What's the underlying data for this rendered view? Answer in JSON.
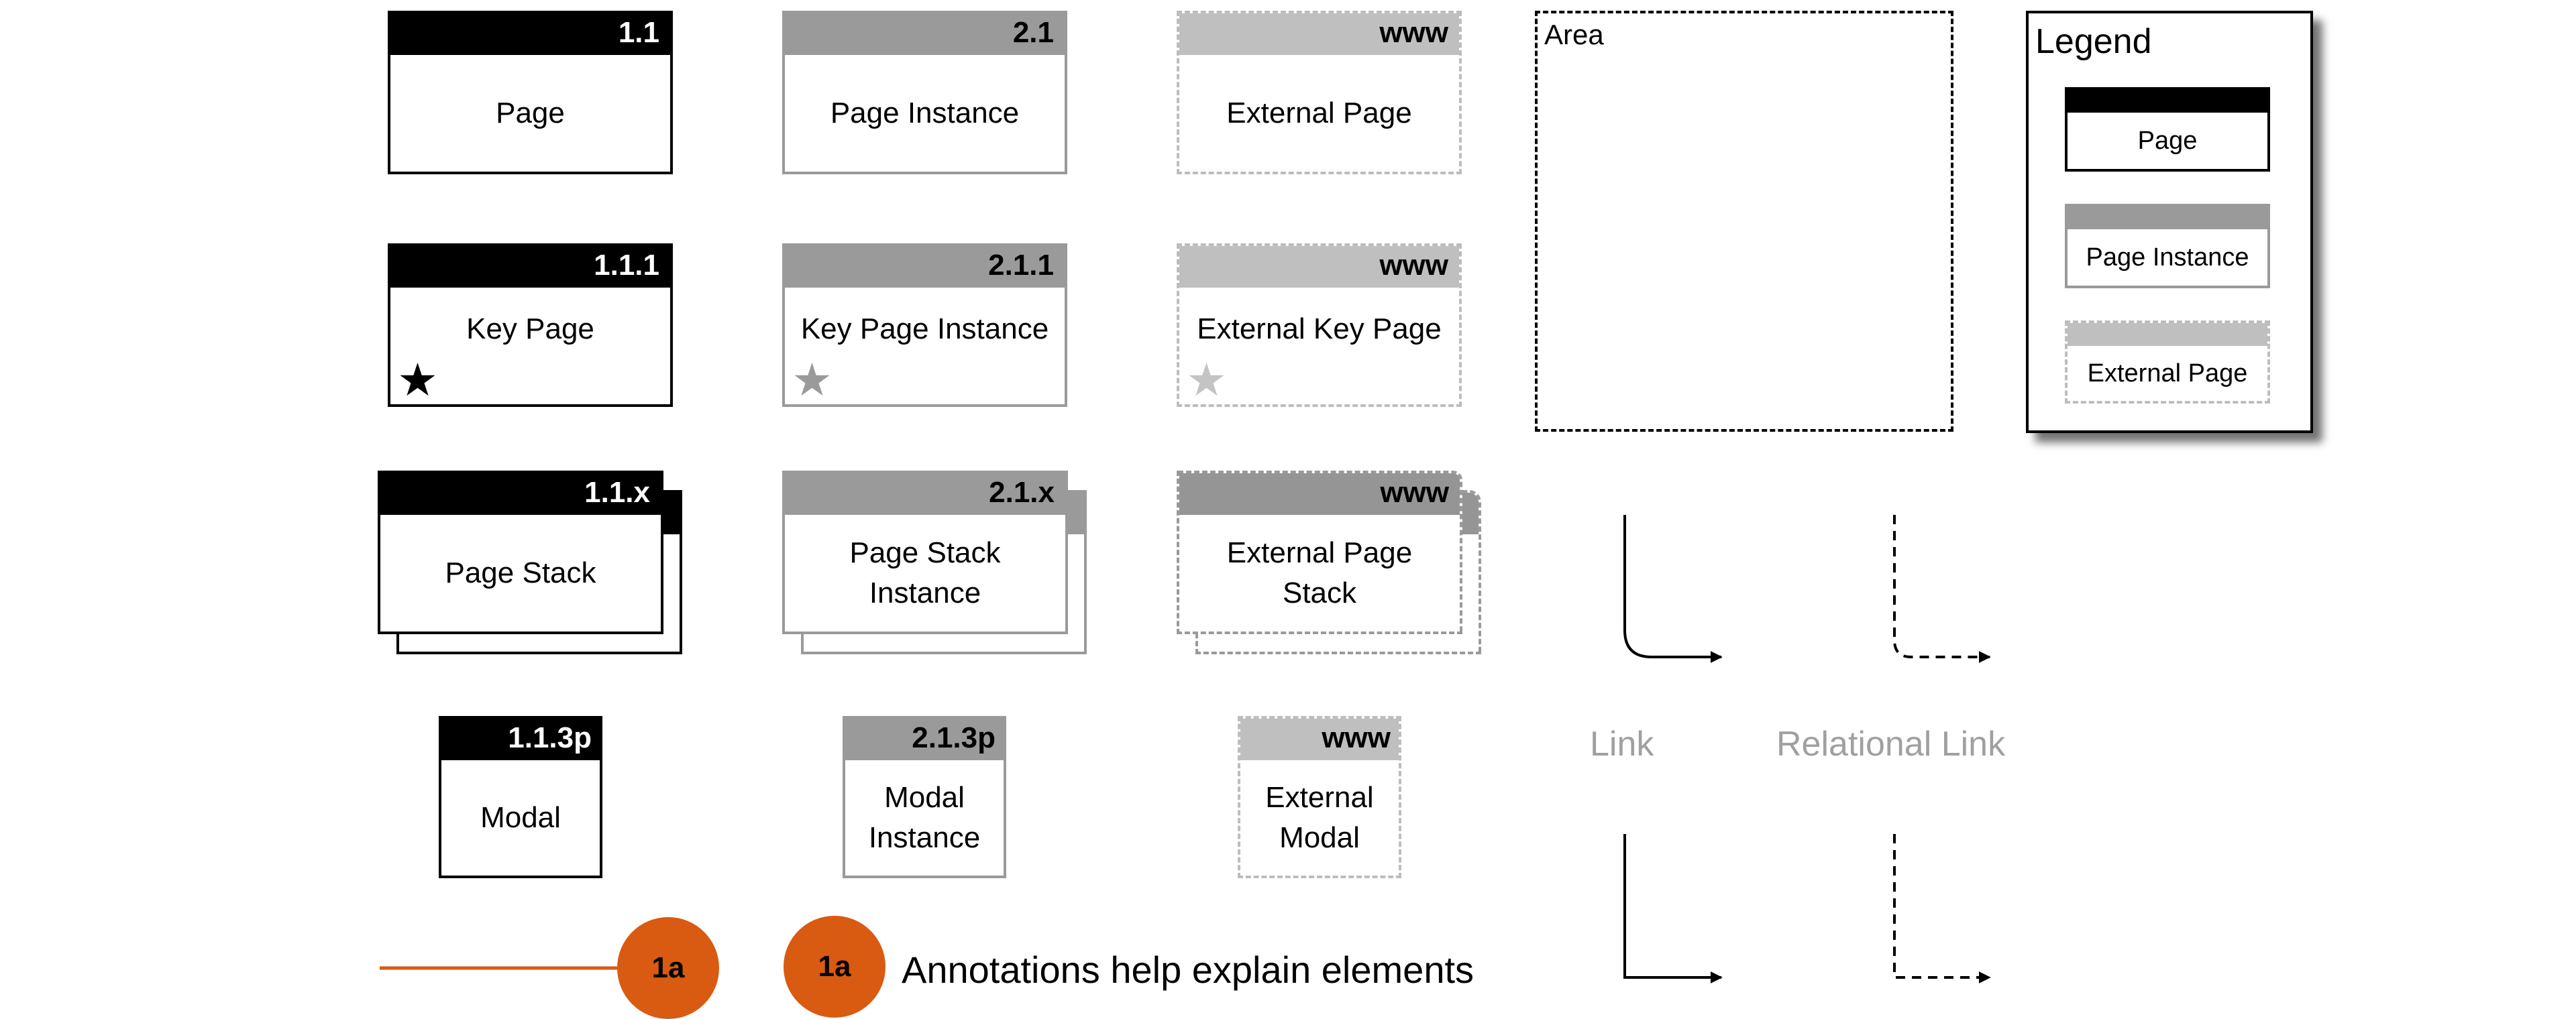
{
  "cards": {
    "page": {
      "num": "1.1",
      "label": "Page"
    },
    "page_instance": {
      "num": "2.1",
      "label": "Page Instance"
    },
    "external_page": {
      "num": "www",
      "label": "External Page"
    },
    "key_page": {
      "num": "1.1.1",
      "label": "Key Page"
    },
    "key_page_instance": {
      "num": "2.1.1",
      "label": "Key Page Instance"
    },
    "external_key_page": {
      "num": "www",
      "label": "External Key Page"
    },
    "page_stack": {
      "num": "1.1.x",
      "label": "Page Stack"
    },
    "page_stack_instance": {
      "num": "2.1.x",
      "label": "Page Stack\nInstance"
    },
    "external_page_stack": {
      "num": "www",
      "label": "External Page\nStack"
    },
    "modal": {
      "num": "1.1.3p",
      "label": "Modal"
    },
    "modal_instance": {
      "num": "2.1.3p",
      "label": "Modal\nInstance"
    },
    "external_modal": {
      "num": "www",
      "label": "External\nModal"
    }
  },
  "area": {
    "label": "Area"
  },
  "legend": {
    "title": "Legend",
    "items": [
      "Page",
      "Page Instance",
      "External Page"
    ]
  },
  "links": {
    "link_label": "Link",
    "relational_label": "Relational Link"
  },
  "annotation": {
    "badge": "1a",
    "text": "Annotations help explain elements",
    "color": "#d95a11"
  },
  "colors": {
    "page": "#000000",
    "instance": "#9a9a9a",
    "external": "#bfbfbf"
  }
}
